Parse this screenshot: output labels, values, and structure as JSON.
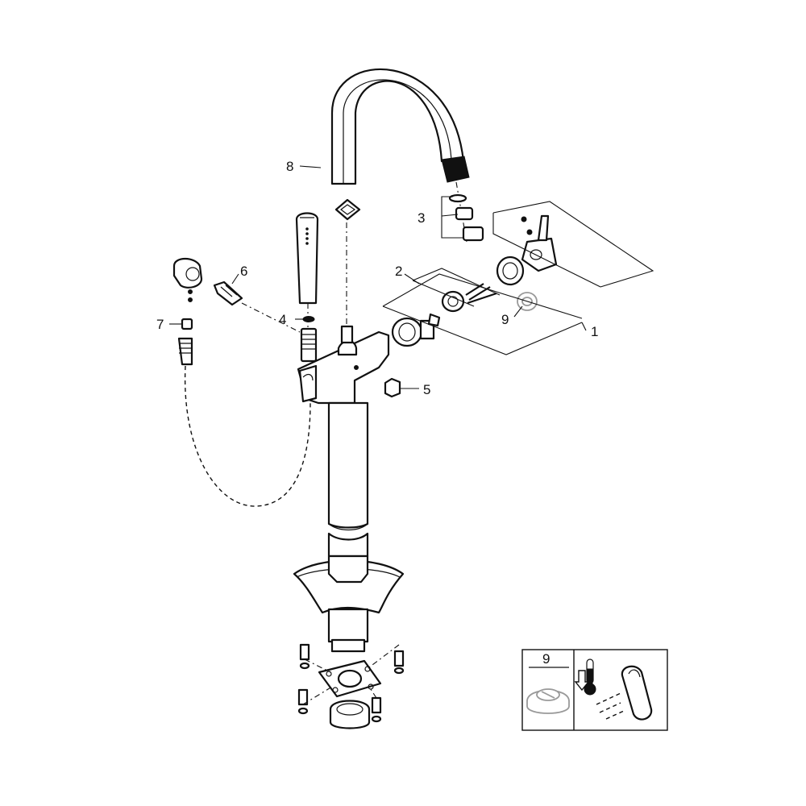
{
  "callouts": {
    "c1": "1",
    "c2": "2",
    "c3": "3",
    "c4": "4",
    "c5": "5",
    "c6": "6",
    "c7": "7",
    "c8": "8",
    "c9": "9"
  },
  "legend": {
    "part_number": "9",
    "icons": [
      "grey-cap-icon",
      "thermometer-down-arrow-icon",
      "lever-handle-icon"
    ]
  },
  "colors": {
    "line": "#111111",
    "grey_part": "#999999",
    "background": "#ffffff"
  }
}
